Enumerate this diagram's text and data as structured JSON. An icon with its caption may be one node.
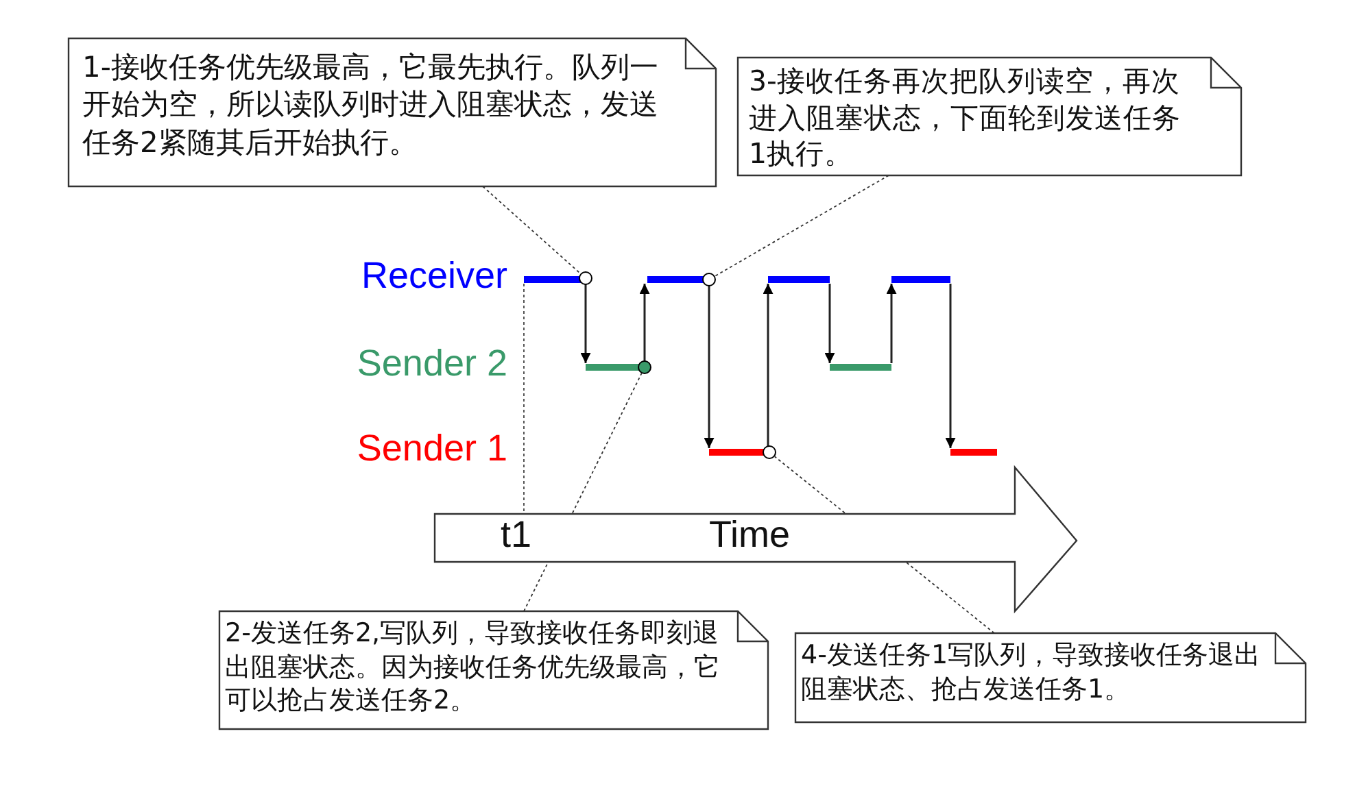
{
  "diagram": {
    "nodes": [
      {
        "text": [
          "1-接收任务优先级最高，它最先执行。队列一开始为空，所以读队列时进入阻塞状态，发送任务2紧随其后开始执行。"
        ]
      },
      {
        "text": [
          "3-接收任务再次把队列读空，再次进入阻塞状态，下面轮到发送任务1执行。"
        ]
      },
      {
        "text": [],
        "shape": "circle"
      },
      {
        "text": [],
        "shape": "circle"
      },
      {
        "text": [],
        "shape": "circle"
      },
      {
        "text": [],
        "shape": "circle"
      },
      {
        "text": [
          "t1",
          "Time"
        ]
      },
      {
        "text": [
          "2-发送任务2,写队列，导致接收任务即刻退出阻塞状态。因为接收任务优先级最高，它可以抢占发送任务2。"
        ]
      },
      {
        "text": [
          "4-发送任务1写队列，导致接收任务退出阻塞状态、抢占发送任务1。"
        ]
      }
    ],
    "edges": [
      {
        "from": 0,
        "to": 2,
        "arrow": "none",
        "style": "dashed"
      },
      {
        "from": 1,
        "to": 3,
        "arrow": "none",
        "style": "dashed"
      },
      {
        "from": 7,
        "to": 4,
        "arrow": "none",
        "style": "dashed"
      },
      {
        "from": 8,
        "to": 5,
        "arrow": "none",
        "style": "dashed"
      }
    ],
    "labels": [
      "Receiver",
      "Sender 2",
      "Sender 1"
    ]
  }
}
